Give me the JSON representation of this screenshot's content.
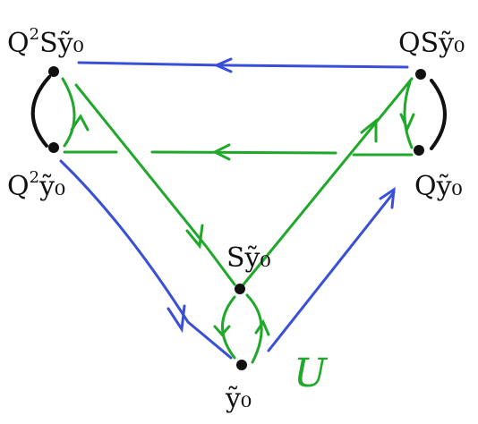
{
  "nodes": {
    "q2sy0": {
      "label": "Q",
      "sup": "2",
      "rest": "Sỹ₀"
    },
    "qsy0": {
      "label": "QSỹ₀"
    },
    "q2y0": {
      "label": "Q",
      "sup": "2",
      "rest": "ỹ₀"
    },
    "qy0": {
      "label": "Qỹ₀"
    },
    "sy0": {
      "label": "Sỹ₀"
    },
    "y0": {
      "label": "ỹ₀"
    }
  },
  "region_label": "U",
  "colors": {
    "blue": "#3a4fd8",
    "green": "#1fa82a",
    "black": "#111111"
  }
}
